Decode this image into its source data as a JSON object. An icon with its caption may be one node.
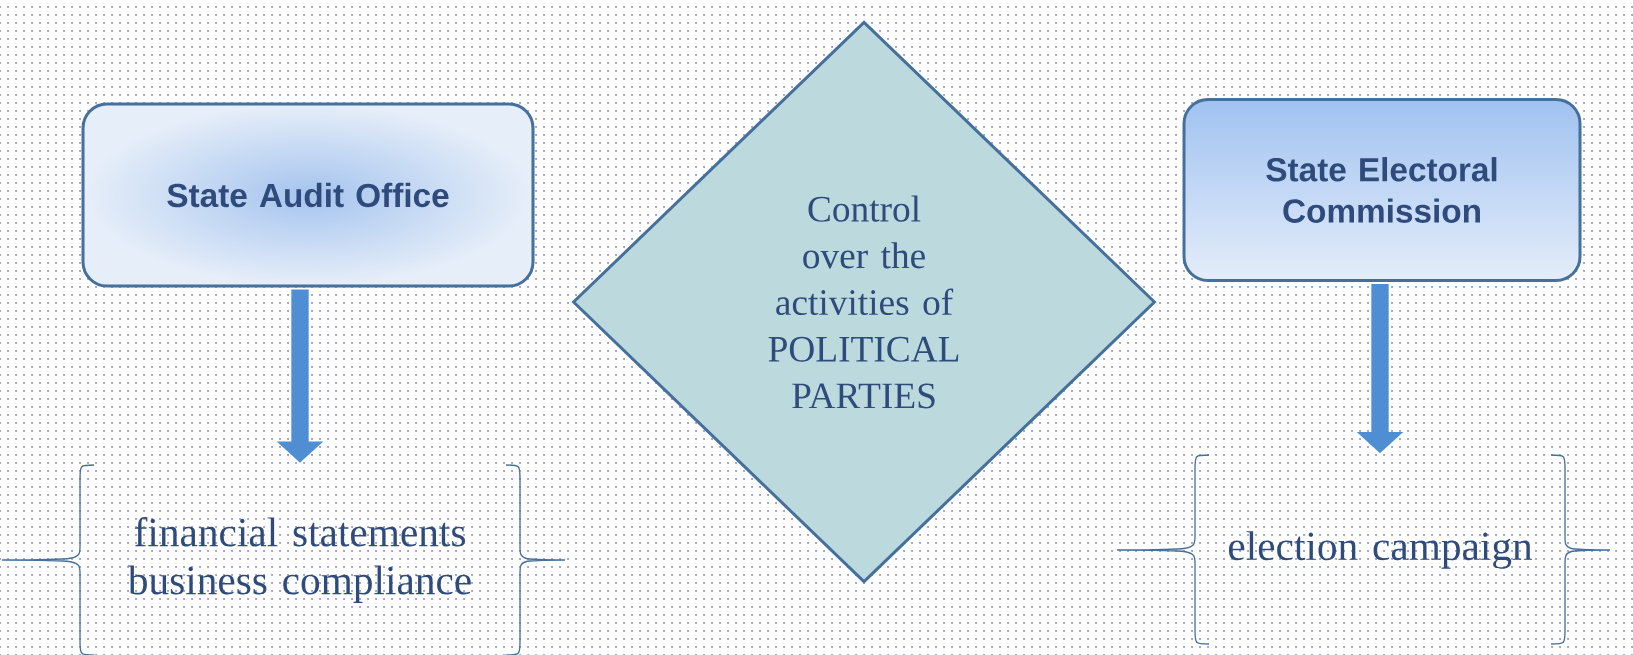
{
  "diagram": {
    "nodes": [
      {
        "text": [
          "State Audit Office"
        ]
      },
      {
        "text": [
          "Control over the activities of POLITICAL PARTIES"
        ]
      },
      {
        "text": [
          "State Electoral Commission"
        ]
      },
      {
        "text": [
          "financial statements",
          "business compliance"
        ]
      },
      {
        "text": [
          "election campaign"
        ]
      }
    ],
    "edges": [
      {
        "from": 0,
        "to": 3,
        "arrow": "to"
      },
      {
        "from": 2,
        "to": 4,
        "arrow": "to"
      }
    ]
  }
}
